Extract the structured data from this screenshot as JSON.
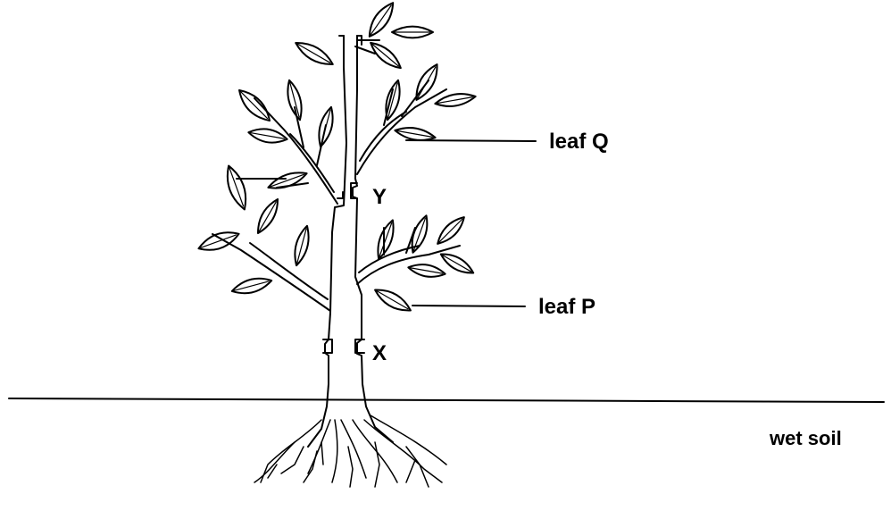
{
  "diagram": {
    "labels": {
      "leaf_q": "leaf Q",
      "leaf_p": "leaf P",
      "y": "Y",
      "x": "X",
      "soil": "wet soil"
    },
    "colors": {
      "ink": "#000000",
      "background": "#ffffff"
    }
  }
}
